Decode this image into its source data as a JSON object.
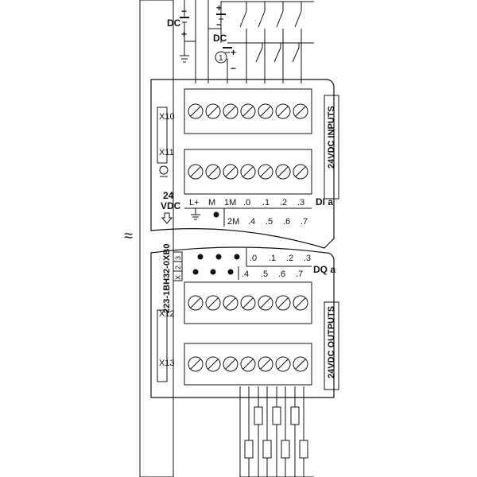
{
  "sources": {
    "dc_left_label": "DC",
    "dc_left_minus": "−",
    "dc_left_plus": "+",
    "dc_top_plus": "+",
    "dc_top_minus": "−",
    "dc_top_label": "DC",
    "callout_number": "1",
    "callout_plus": "+",
    "callout_minus": "−"
  },
  "input_section": {
    "connector_top": "X10",
    "connector_bottom": "X11",
    "supply_label_line1": "24",
    "supply_label_line2": "VDC",
    "side_title": "24VDC INPUTS",
    "row1_labels": [
      "L+",
      "M",
      "1M",
      ".0",
      ".1",
      ".2",
      ".3"
    ],
    "row2_labels": [
      "2M",
      ".4",
      ".5",
      ".6",
      ".7"
    ],
    "group_label": "DI a"
  },
  "output_section": {
    "part_number": "223-1BH32-0XB0",
    "version_box": [
      "X",
      "2",
      "3"
    ],
    "row1_labels": [
      ".0",
      ".1",
      ".2",
      ".3"
    ],
    "row2_labels": [
      ".4",
      ".5",
      ".6",
      ".7"
    ],
    "group_label": "DQ a",
    "connector_mid": "X12",
    "connector_bottom": "X13",
    "side_title": "24VDC OUTPUTS"
  },
  "break_symbol": "≈"
}
